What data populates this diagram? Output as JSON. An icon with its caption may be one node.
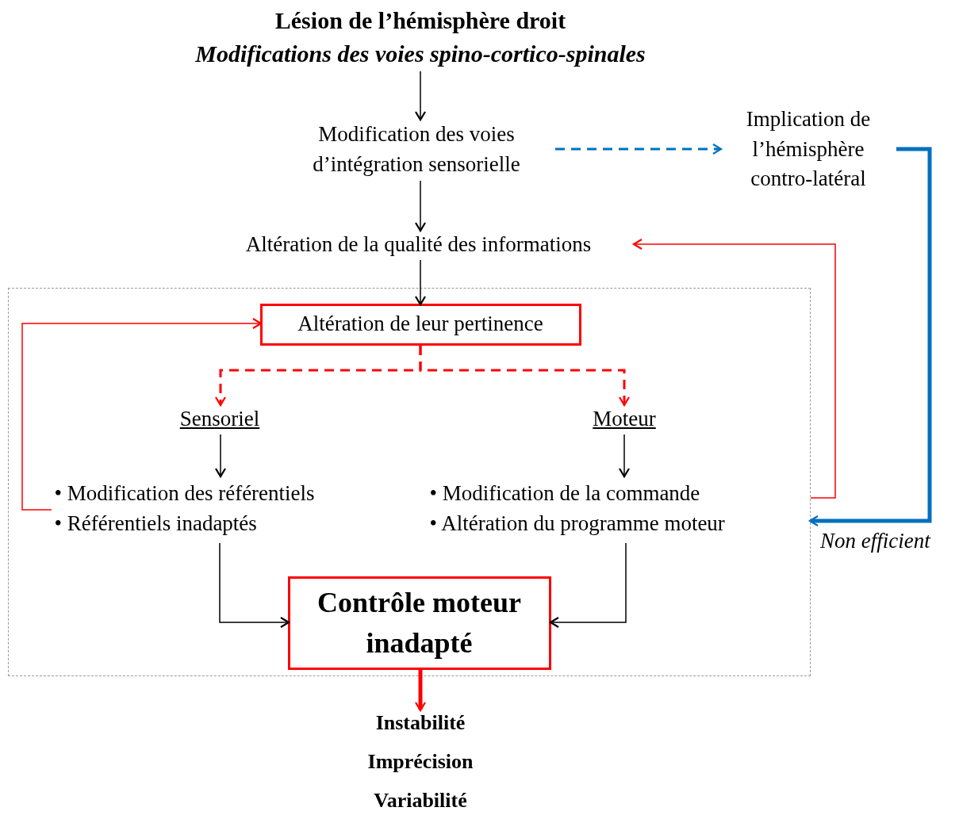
{
  "diagram": {
    "nodes": [
      {
        "text": [
          "Lésion de l’hémisphère droit",
          "Modifications des voies spino-cortico-spinales"
        ]
      },
      {
        "text": [
          "Modification des voies d’intégration sensorielle"
        ]
      },
      {
        "text": [
          "Implication de l’hémisphère contro-latéral"
        ]
      },
      {
        "text": [
          "Altération de la qualité des informations"
        ]
      },
      {
        "text": [],
        "shape": "box"
      },
      {
        "text": [
          "Altération de leur pertinence"
        ],
        "in": 4
      },
      {
        "text": [
          "Sensoriel"
        ],
        "in": 4
      },
      {
        "text": [
          "Moteur"
        ],
        "in": 4
      },
      {
        "text": [
          "• Modification des référentiels",
          "• Référentiels inadaptés"
        ],
        "in": 4
      },
      {
        "text": [
          "• Modification de la commande",
          "• Altération du programme moteur"
        ],
        "in": 4
      },
      {
        "text": [
          "Contrôle moteur inadapté"
        ],
        "in": 4
      },
      {
        "text": [
          "Instabilité",
          "Imprécision",
          "Variabilité"
        ]
      }
    ],
    "edges": [
      {
        "from": 0,
        "to": 1,
        "arrow": "to"
      },
      {
        "from": 1,
        "to": 2,
        "arrow": "to",
        "style": "dashed",
        "color": "#0070c0"
      },
      {
        "from": 1,
        "to": 3,
        "arrow": "to"
      },
      {
        "from": 3,
        "to": 5,
        "arrow": "to"
      },
      {
        "from": 5,
        "to": 6,
        "arrow": "to",
        "style": "dashed",
        "color": "#ff0000"
      },
      {
        "from": 5,
        "to": 7,
        "arrow": "to",
        "style": "dashed",
        "color": "#ff0000"
      },
      {
        "from": 6,
        "to": 8,
        "arrow": "to"
      },
      {
        "from": 7,
        "to": 9,
        "arrow": "to"
      },
      {
        "from": 8,
        "to": 10,
        "arrow": "to"
      },
      {
        "from": 9,
        "to": 10,
        "arrow": "to"
      },
      {
        "from": 8,
        "to": 5,
        "arrow": "to",
        "color": "#ff0000"
      },
      {
        "from": 4,
        "to": 3,
        "arrow": "to",
        "color": "#ff0000"
      },
      {
        "from": 2,
        "to": 9,
        "arrow": "to",
        "label": "Non efficient",
        "style": "thick",
        "color": "#0070c0"
      },
      {
        "from": 10,
        "to": 11,
        "arrow": "to",
        "style": "thick",
        "color": "#ff0000"
      }
    ]
  }
}
